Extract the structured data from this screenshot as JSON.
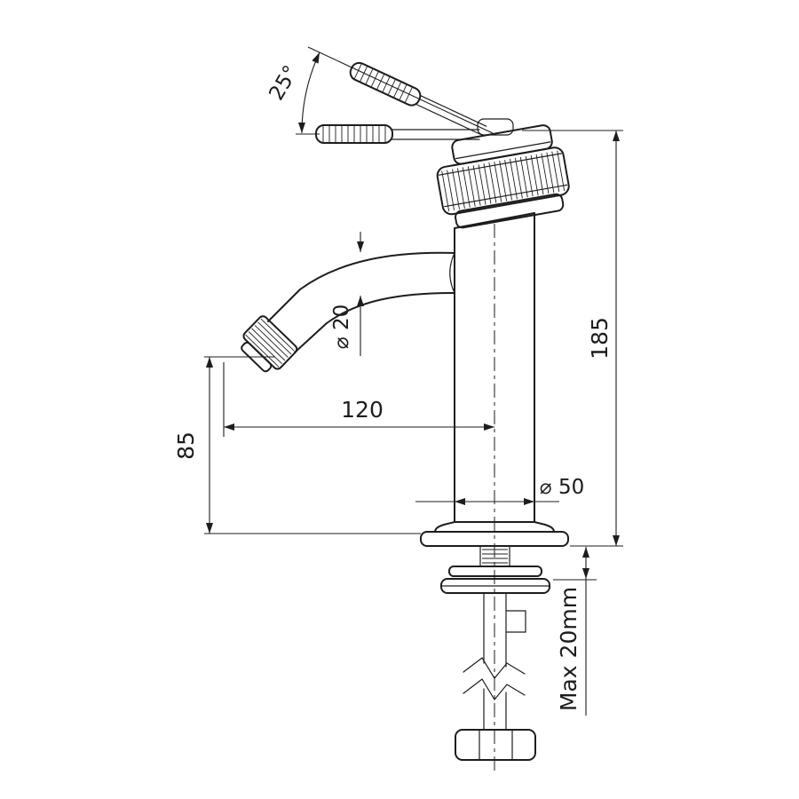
{
  "labels": {
    "handle_angle": "25°",
    "overall_height": "185",
    "spout_diameter": "⌀ 20",
    "spout_reach": "120",
    "outlet_height": "85",
    "base_diameter": "⌀ 50",
    "max_deck_thickness": "Max 20mm"
  },
  "colors": {
    "line": "#1d1d1d",
    "background": "#ffffff"
  }
}
